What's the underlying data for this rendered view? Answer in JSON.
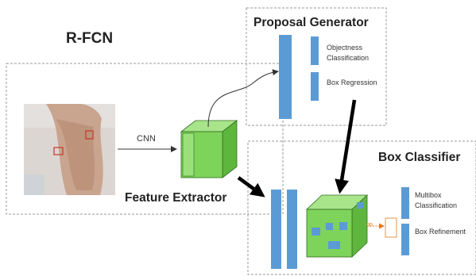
{
  "labels": {
    "rfcn": "R-FCN",
    "proposal_generator": "Proposal Generator",
    "box_classifier": "Box Classifier",
    "feature_extractor": "Feature Extractor",
    "cnn": "CNN",
    "objectness_classification": "Objectness Classification",
    "box_regression": "Box Regression",
    "multibox_classification": "Multibox Classification",
    "box_refinement": "Box Refinement",
    "roi_op": "op"
  },
  "colors": {
    "bar_blue": "#5b9bd5",
    "cube_green": "#7ed35a",
    "cube_dark": "#3e8a2a",
    "border_dashed": "#9a9a9a",
    "roi_orange": "#e27a1e",
    "arrow_black": "#000000"
  }
}
